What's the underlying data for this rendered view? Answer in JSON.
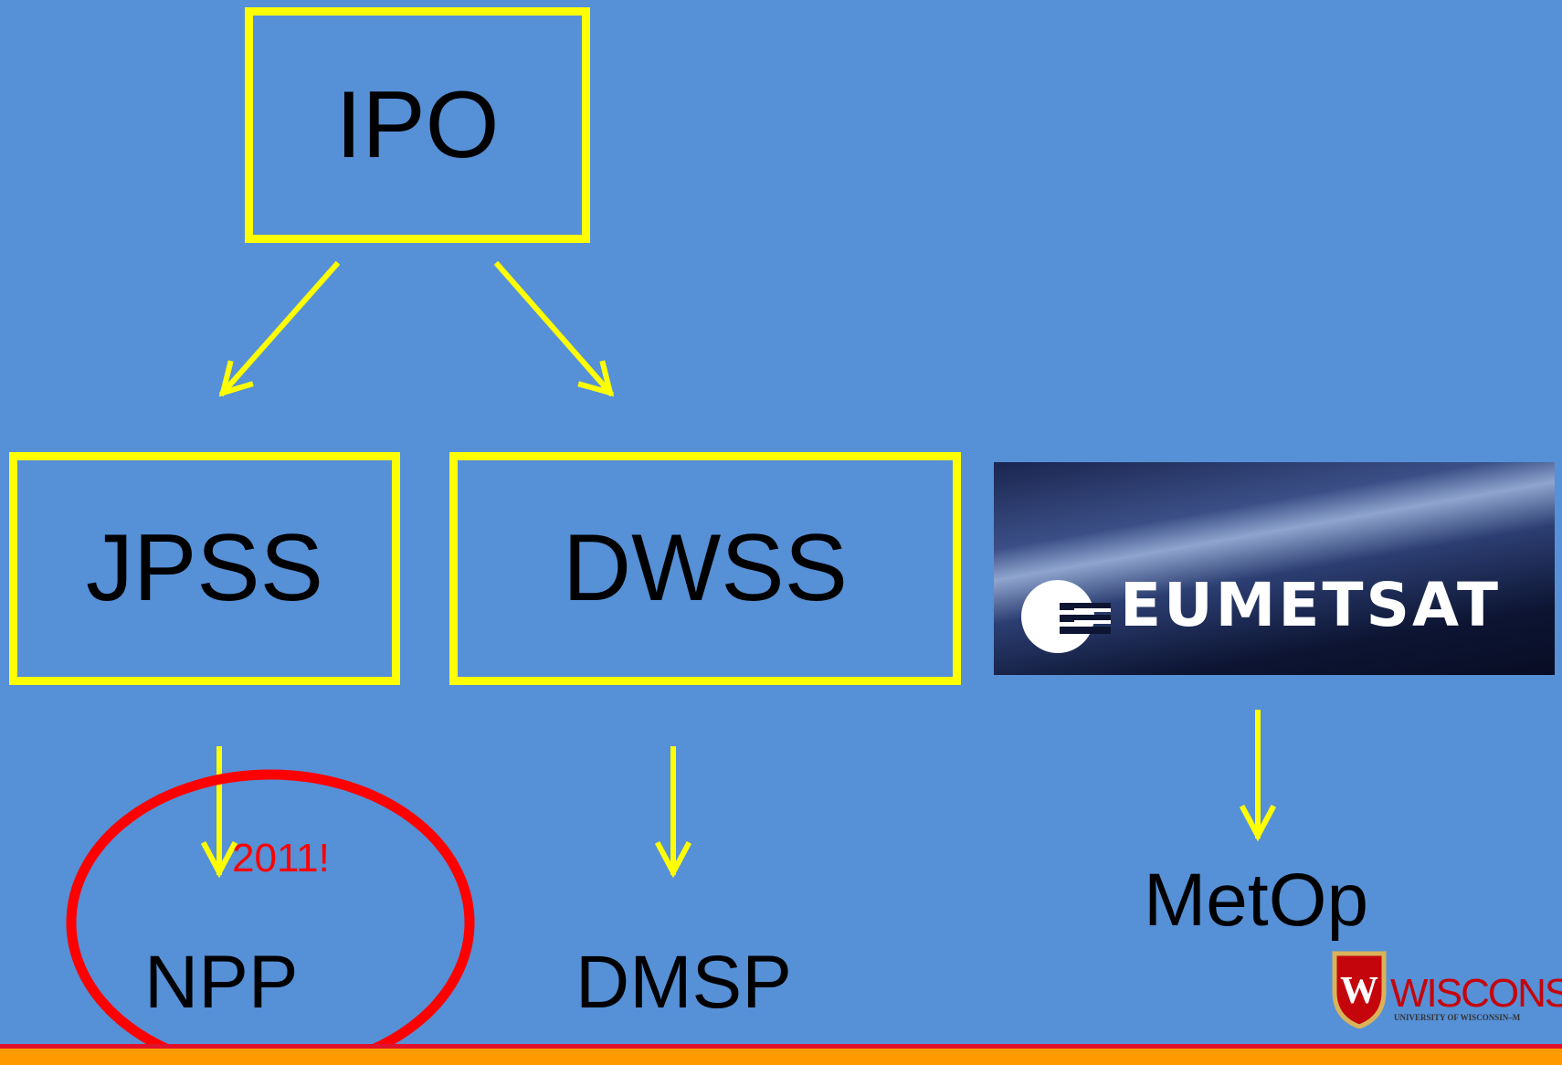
{
  "nodes": {
    "ipo": "IPO",
    "jpss": "JPSS",
    "dwss": "DWSS",
    "npp": "NPP",
    "dmsp": "DMSP",
    "metop": "MetOp"
  },
  "annotation": {
    "year": "2011!"
  },
  "logos": {
    "eumetsat": "EUMETSAT",
    "wisconsin": "WISCONS",
    "wisconsin_sub": "UNIVERSITY OF WISCONSIN–M"
  },
  "colors": {
    "background": "#5690d6",
    "box_border": "#ffff00",
    "arrow": "#ffff00",
    "highlight_circle": "#ff0000",
    "annotation": "#ff0000",
    "bar": "#ff9a00",
    "bar_line": "#e0112b"
  },
  "icons": [
    "eumetsat-logo-icon",
    "wisconsin-crest-icon"
  ]
}
